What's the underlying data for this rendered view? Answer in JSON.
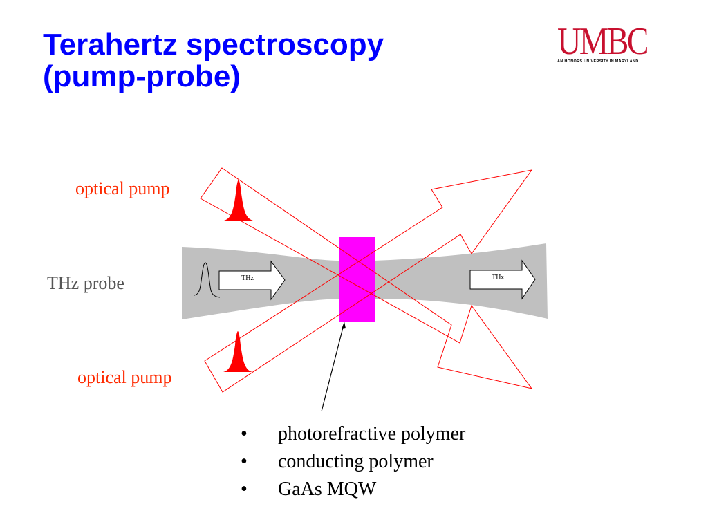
{
  "title": {
    "line1": "Terahertz spectroscopy",
    "line2": "(pump-probe)"
  },
  "logo": {
    "word": "UMBC",
    "tagline": "AN HONORS UNIVERSITY IN MARYLAND"
  },
  "diagram": {
    "pump_label_top": "optical pump",
    "pump_label_bottom": "optical pump",
    "probe_label": "THz probe",
    "arrow_left_label": "THz",
    "arrow_right_label": "THz"
  },
  "colors": {
    "title": "#0000ff",
    "pump": "#ff0000",
    "sample": "#ff00ff",
    "beam": "#c0c0c0"
  },
  "bullets": [
    "photorefractive polymer",
    "conducting polymer",
    "GaAs MQW"
  ],
  "bullet_symbol": "•"
}
